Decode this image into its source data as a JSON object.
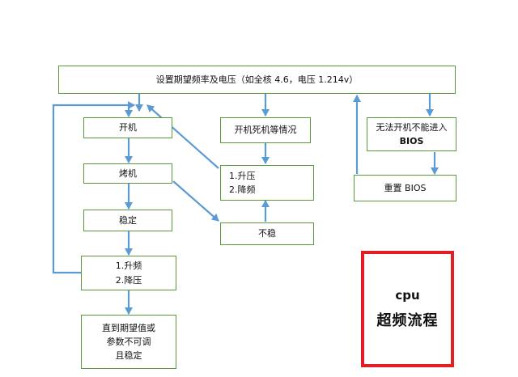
{
  "nodes": {
    "top": "设置期望频率及电压（如全核 4.6，电压 1.214v）",
    "boot": "开机",
    "burn": "烤机",
    "stable": "稳定",
    "adjust_left": [
      "1.升频",
      "2.降压"
    ],
    "final": [
      "直到期望值或",
      "参数不可调",
      "且稳定"
    ],
    "crash": "开机死机等情况",
    "adjust_mid": [
      "1.升压",
      "2.降频"
    ],
    "unstable": "不稳",
    "no_bios": [
      "无法开机不能进入",
      "BIOS"
    ],
    "reset_bios": "重置 BIOS"
  },
  "title": {
    "line1": "cpu",
    "line2": "超频流程"
  },
  "colors": {
    "box_border": "#5a9a3a",
    "arrow": "#5b9bd5",
    "title_border": "#e31e24"
  }
}
